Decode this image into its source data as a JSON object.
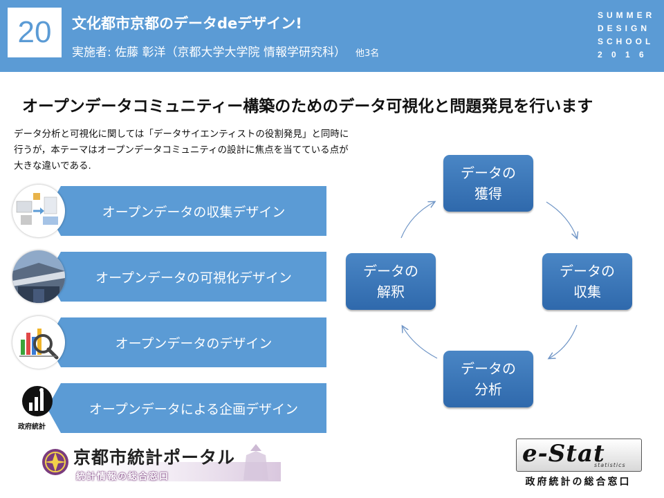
{
  "header": {
    "number": "20",
    "title": "文化都市京都のデータdeデザイン!",
    "subtitle": "実施者: 佐藤 彰洋（京都大学大学院 情報学研究科）",
    "subtitle_extra": "他3名",
    "school_lines": [
      "SUMMER",
      "DESIGN",
      "SCHOOL",
      "2 0 1 6"
    ]
  },
  "headline": "オープンデータコミュニティー構築のためのデータ可視化と問題発見を行います",
  "description": "データ分析と可視化に関しては「データサイエンティストの役割発見」と同時に行うが，本テーマはオープンデータコミュニティの設計に焦点を当てている点が大きな違いである.",
  "items": [
    {
      "label": "オープンデータの収集デザイン",
      "icon": "data-collection-icon"
    },
    {
      "label": "オープンデータの可視化デザイン",
      "icon": "building-photo-icon"
    },
    {
      "label": "オープンデータのデザイン",
      "icon": "chart-magnifier-icon"
    },
    {
      "label": "オープンデータによる企画デザイン",
      "icon": "government-statistics-icon",
      "icon_caption": "政府統計"
    }
  ],
  "cycle": [
    {
      "line1": "データの",
      "line2": "獲得"
    },
    {
      "line1": "データの",
      "line2": "収集"
    },
    {
      "line1": "データの",
      "line2": "分析"
    },
    {
      "line1": "データの",
      "line2": "解釈"
    }
  ],
  "logos": {
    "portal_title": "京都市統計ポータル",
    "portal_subtitle": "統計情報の総合窓口",
    "estat_title": "e-Stat",
    "estat_small": "statistics",
    "estat_caption": "政府統計の総合窓口"
  },
  "colors": {
    "accent": "#5b9bd5",
    "node": "#2f69ac"
  }
}
